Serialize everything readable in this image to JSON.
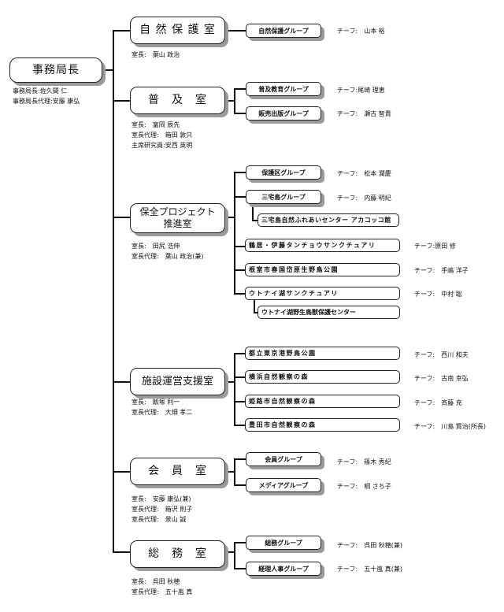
{
  "root": {
    "title": "事務局長",
    "staff": [
      "事務局長:佐久間 仁",
      "事務局長代理:安藤 康弘"
    ]
  },
  "departments": [
    {
      "name": "自 然 保 護 室",
      "staff": [
        "室長:　葉山 政治"
      ],
      "groups": [
        {
          "name": "自然保護グループ",
          "chief": "チーフ:　山本 裕"
        }
      ]
    },
    {
      "name": "普　及　室",
      "staff": [
        "室長:　富岡 辰先",
        "室長代理:　箱田 敦只",
        "主席研究員:安西 英明"
      ],
      "groups": [
        {
          "name": "普及教育グループ",
          "chief": "チーフ:尾崎 理恵"
        },
        {
          "name": "販売出版グループ",
          "chief": "チーフ:　瀬古 智貴"
        }
      ]
    },
    {
      "name": "保全プロジェクト\n推進室",
      "name_line1": "保全プロジェクト",
      "name_line2": "推進室",
      "staff": [
        "室長:　田尻 浩伸",
        "室長代理:　葉山 政治(兼)"
      ],
      "groups": [
        {
          "name": "保護区グループ",
          "chief": "チーフ:　松本 潤慶"
        },
        {
          "name": "三宅島グループ",
          "chief": "チーフ:　内藤 明紀",
          "sub": "三宅島自然ふれあいセンター アカコッコ館"
        },
        {
          "name": "鶴居・伊藤タンチョウサンクチュアリ",
          "chief": "チーフ:原田 修"
        },
        {
          "name": "根室市春国岱原生野鳥公園",
          "chief": "チーフ:　手嶋 洋子"
        },
        {
          "name": "ウトナイ湖サンクチュアリ",
          "chief": "チーフ:　中村 聡",
          "sub": "ウトナイ湖野生鳥獣保護センター"
        }
      ]
    },
    {
      "name": "施設運営支援室",
      "staff": [
        "室長:　飯塚 利一",
        "室長代理:　大畑 孝二"
      ],
      "groups": [
        {
          "name": "都立東京港野鳥公園",
          "chief": "チーフ:　西川 和夫"
        },
        {
          "name": "横浜自然観察の森",
          "chief": "チーフ:　古南 幸弘"
        },
        {
          "name": "姫路市自然観察の森",
          "chief": "チーフ:　斉藤 充"
        },
        {
          "name": "豊田市自然観察の森",
          "chief": "チーフ:　川島 賢治(所長)"
        }
      ]
    },
    {
      "name": "会　員　室",
      "staff": [
        "室長:　安藤 康弘(兼)",
        "室長代理:　箱沢 則子",
        "室長代理:　景山 誠"
      ],
      "groups": [
        {
          "name": "会員グループ",
          "chief": "チーフ:　篠木 秀紀"
        },
        {
          "name": "メディアグループ",
          "chief": "チーフ:　桐 さち子"
        }
      ]
    },
    {
      "name": "総　務　室",
      "staff": [
        "室長:　呉田 秋穂",
        "室長代理:　五十嵐 真"
      ],
      "groups": [
        {
          "name": "総務グループ",
          "chief": "チーフ:　呉田 秋穂(兼)"
        },
        {
          "name": "経理人事グループ",
          "chief": "チーフ:　五十嵐 真(兼)"
        }
      ]
    }
  ]
}
